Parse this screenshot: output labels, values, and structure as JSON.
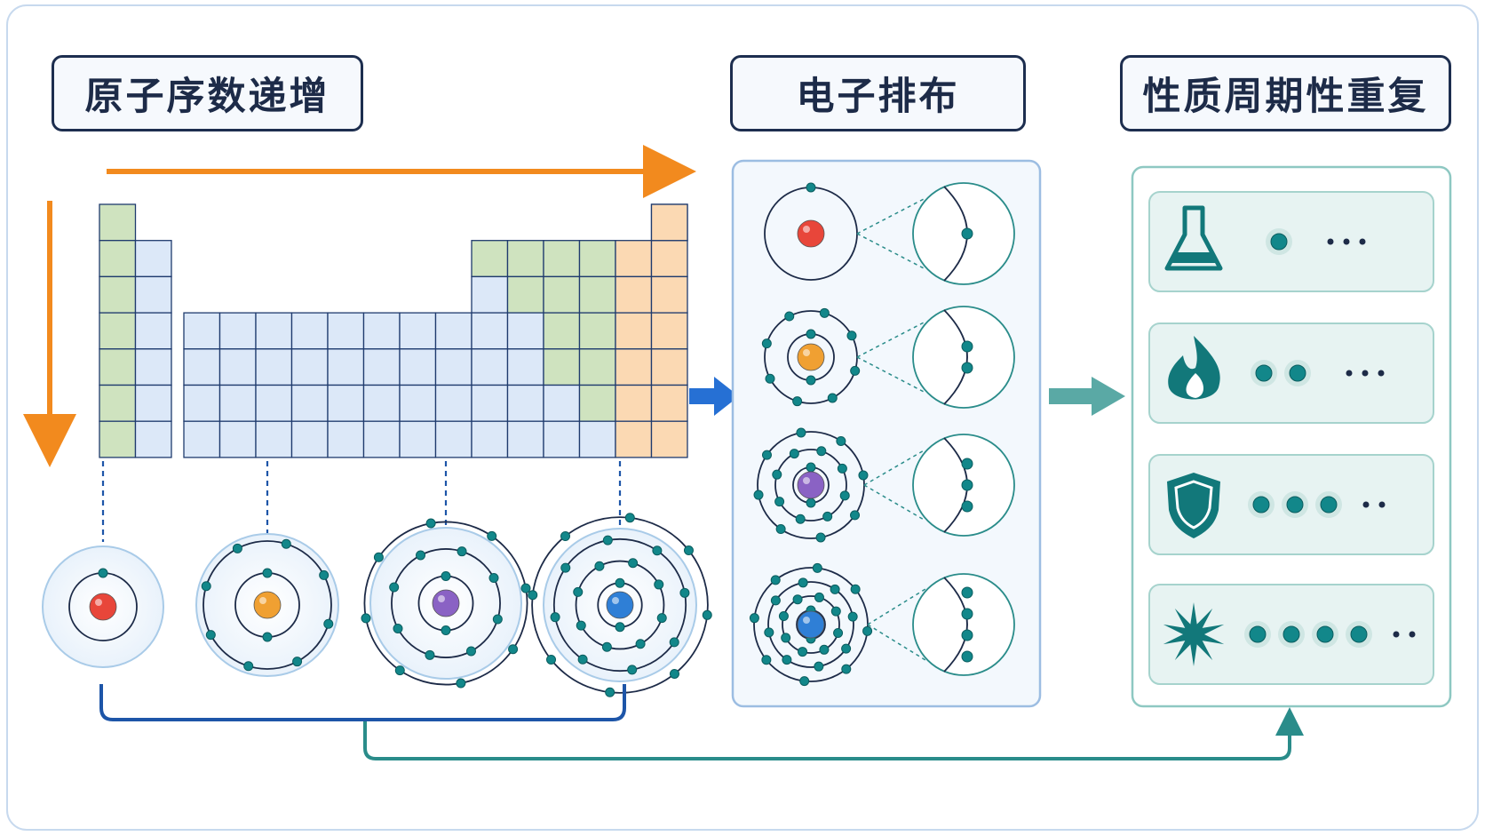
{
  "labels": {
    "atomic_number_increase": "原子序数递增",
    "electron_configuration": "电子排布",
    "periodic_property_repetition": "性质周期性重复"
  },
  "atoms": [
    {
      "electrons_per_shell": [
        1
      ],
      "nucleus_color": "#e8463a"
    },
    {
      "electrons_per_shell": [
        2,
        8
      ],
      "nucleus_color": "#f0a032"
    },
    {
      "electrons_per_shell": [
        2,
        8,
        8
      ],
      "nucleus_color": "#8a62c4"
    },
    {
      "electrons_per_shell": [
        2,
        8,
        8,
        8
      ],
      "nucleus_color": "#2f7fd6"
    }
  ],
  "valence_electrons": [
    1,
    2,
    3,
    4
  ],
  "properties": [
    {
      "icon": "flask-icon",
      "dots": 1
    },
    {
      "icon": "flame-icon",
      "dots": 2
    },
    {
      "icon": "shield-icon",
      "dots": 3
    },
    {
      "icon": "burst-icon",
      "dots": 4
    }
  ],
  "colors": {
    "orange_arrow": "#f28a1e",
    "blue_arrow": "#2670d4",
    "teal": "#2a8c8a",
    "electron": "#12878a",
    "navy_line": "#1d55a8",
    "group1_cells": "#cfe3bf",
    "main_cells": "#dce8f8",
    "green_cells": "#cfe3bf",
    "noble_cells": "#fbd9b3",
    "cell_border": "#1f3b6e"
  }
}
